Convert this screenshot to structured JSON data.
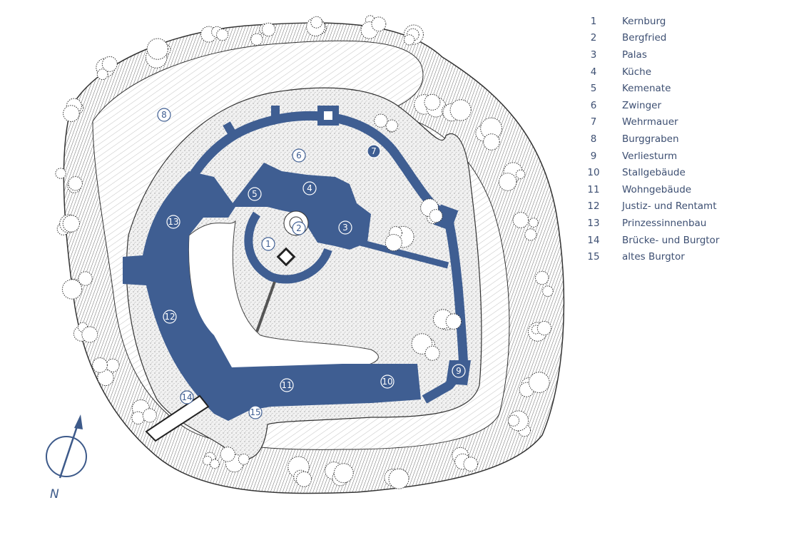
{
  "colors": {
    "building": "#3f5e92",
    "text": "#3d4f72",
    "stipple": "#e8e8e8",
    "ink": "#333333"
  },
  "legend": [
    {
      "num": "1",
      "label": "Kernburg"
    },
    {
      "num": "2",
      "label": "Bergfried"
    },
    {
      "num": "3",
      "label": "Palas"
    },
    {
      "num": "4",
      "label": "Küche"
    },
    {
      "num": "5",
      "label": "Kemenate"
    },
    {
      "num": "6",
      "label": "Zwinger"
    },
    {
      "num": "7",
      "label": "Wehrmauer"
    },
    {
      "num": "8",
      "label": "Burggraben"
    },
    {
      "num": "9",
      "label": "Verliesturm"
    },
    {
      "num": "10",
      "label": "Stallgebäude"
    },
    {
      "num": "11",
      "label": "Wohngebäude"
    },
    {
      "num": "12",
      "label": "Justiz- und Rentamt"
    },
    {
      "num": "13",
      "label": "Prinzessinnenbau"
    },
    {
      "num": "14",
      "label": "Brücke- und Burgtor"
    },
    {
      "num": "15",
      "label": "altes Burgtor"
    }
  ],
  "markers": [
    {
      "num": "1",
      "style": "outline"
    },
    {
      "num": "2",
      "style": "outline"
    },
    {
      "num": "3",
      "style": "filled"
    },
    {
      "num": "4",
      "style": "filled"
    },
    {
      "num": "5",
      "style": "filled"
    },
    {
      "num": "6",
      "style": "outline"
    },
    {
      "num": "7",
      "style": "filled"
    },
    {
      "num": "8",
      "style": "outline"
    },
    {
      "num": "9",
      "style": "filled"
    },
    {
      "num": "10",
      "style": "filled"
    },
    {
      "num": "11",
      "style": "filled"
    },
    {
      "num": "12",
      "style": "filled"
    },
    {
      "num": "13",
      "style": "filled"
    },
    {
      "num": "14",
      "style": "outline"
    },
    {
      "num": "15",
      "style": "outline"
    }
  ],
  "compass": {
    "label": "N"
  }
}
